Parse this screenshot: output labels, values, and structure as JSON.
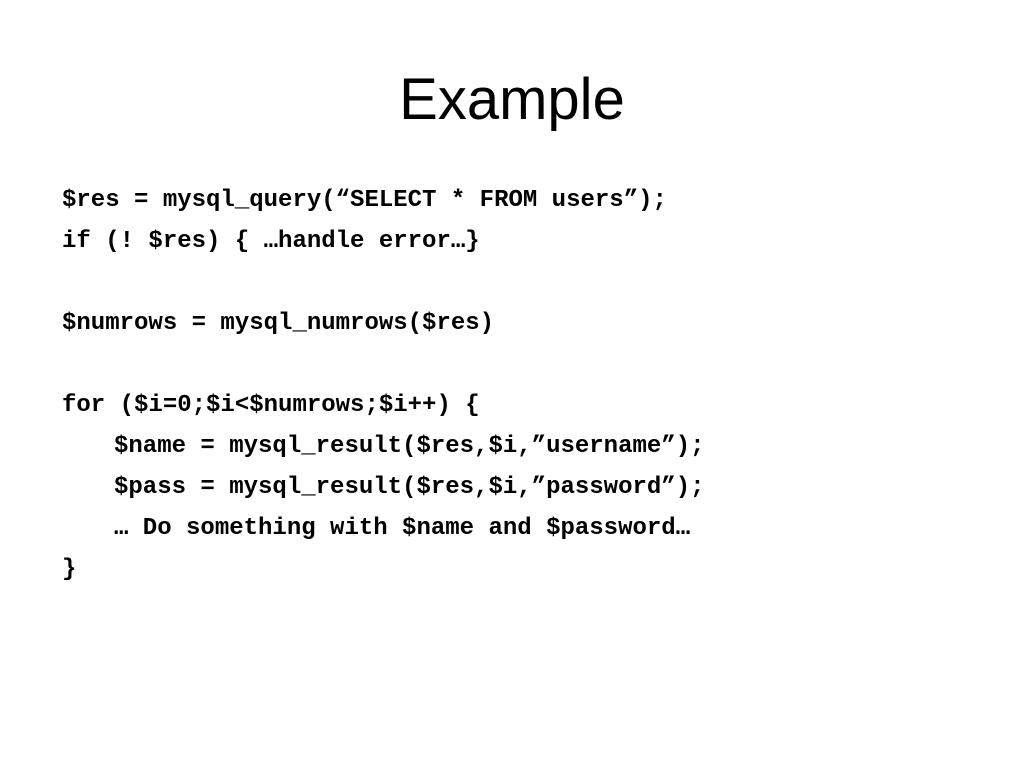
{
  "slide": {
    "title": "Example",
    "code_lines": [
      "$res = mysql_query(“SELECT * FROM users”);",
      "if (! $res) { …handle error…}",
      "",
      "$numrows = mysql_numrows($res)",
      "",
      "for ($i=0;$i<$numrows;$i++) {",
      "$name = mysql_result($res,$i,”username”);",
      "$pass = mysql_result($res,$i,”password”);",
      "… Do something with $name and $password…",
      "}"
    ]
  },
  "colors": {
    "background": "#ffffff",
    "text": "#000000"
  }
}
